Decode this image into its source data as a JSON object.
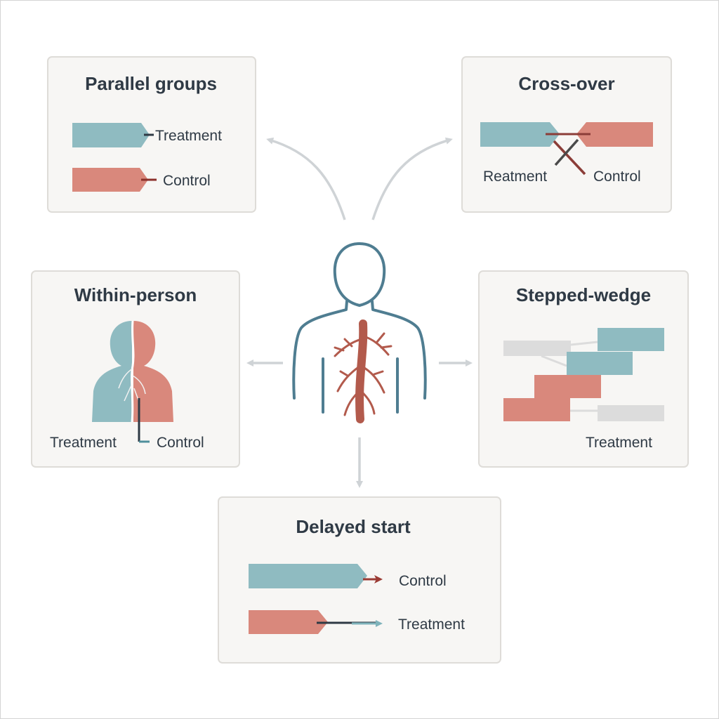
{
  "colors": {
    "treatment": "#8fbbc1",
    "control": "#d9887c",
    "inactive": "#dcdcdc",
    "figure_outline": "#4f7d91",
    "vessels": "#b25a4c",
    "connector": "#cfd3d6",
    "text": "#2f3a45"
  },
  "center": {
    "icon": "human-torso-with-vessels-icon"
  },
  "parallel": {
    "title": "Parallel groups",
    "label_top": "Treatment",
    "label_bottom": "Control"
  },
  "crossover": {
    "title": "Cross-over",
    "label_left": "Reatment",
    "label_right": "Control"
  },
  "within": {
    "title": "Within-person",
    "label_left": "Treatment",
    "label_right": "Control"
  },
  "stepped": {
    "title": "Stepped-wedge",
    "label": "Treatment"
  },
  "delayed": {
    "title": "Delayed start",
    "label_top": "Control",
    "label_bottom": "Treatment"
  }
}
